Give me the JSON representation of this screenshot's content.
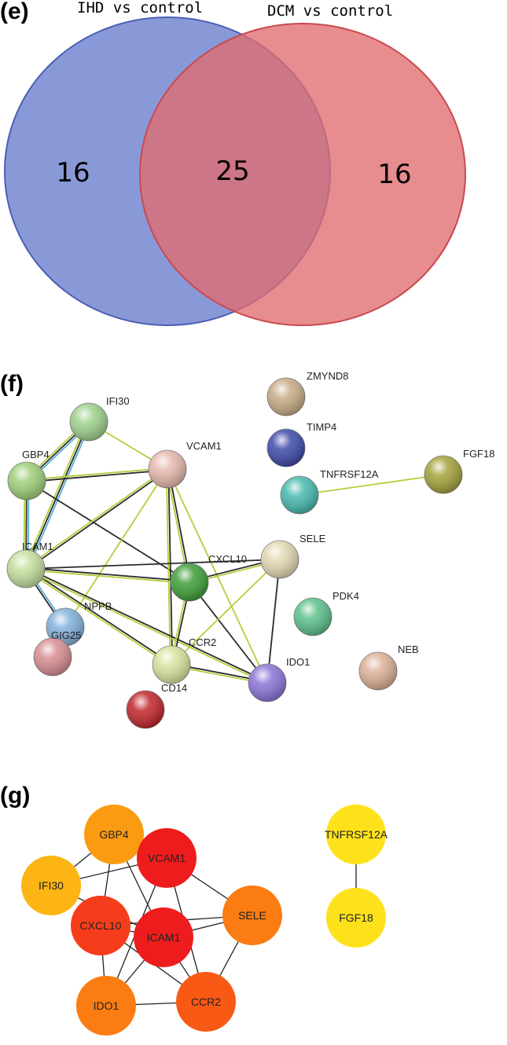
{
  "panel_e": {
    "label": "(e)",
    "venn": {
      "left_title": "IHD vs control",
      "right_title": "DCM vs control",
      "left_only": "16",
      "overlap": "25",
      "right_only": "16",
      "left_color": "#6f82cf",
      "right_color": "#e06c70"
    }
  },
  "panel_f": {
    "label": "(f)",
    "nodes": [
      {
        "id": "IFI30",
        "label": "IFI30",
        "color": "#9fd08c"
      },
      {
        "id": "GBP4",
        "label": "GBP4",
        "color": "#9fcf79"
      },
      {
        "id": "VCAM1",
        "label": "VCAM1",
        "color": "#e6b8ad"
      },
      {
        "id": "ICAM1",
        "label": "ICAM1",
        "color": "#c4df9e"
      },
      {
        "id": "NPPB",
        "label": "NPPB",
        "color": "#83b2dc"
      },
      {
        "id": "CXCL10",
        "label": "CXCL10",
        "color": "#3e9e3a"
      },
      {
        "id": "SELE",
        "label": "SELE",
        "color": "#e3d8b3"
      },
      {
        "id": "GIG25",
        "label": "GIG25",
        "color": "#d88d91"
      },
      {
        "id": "CCR2",
        "label": "CCR2",
        "color": "#d7e39d"
      },
      {
        "id": "CD14",
        "label": "CD14",
        "color": "#c0262c"
      },
      {
        "id": "IDO1",
        "label": "IDO1",
        "color": "#8c74d6"
      },
      {
        "id": "ZMYND8",
        "label": "ZMYND8",
        "color": "#c7ac86"
      },
      {
        "id": "TIMP4",
        "label": "TIMP4",
        "color": "#3e4aa8"
      },
      {
        "id": "TNFRSF12A",
        "label": "TNFRSF12A",
        "color": "#48b9ad"
      },
      {
        "id": "FGF18",
        "label": "FGF18",
        "color": "#a5a23b"
      },
      {
        "id": "PDK4",
        "label": "PDK4",
        "color": "#5dc18b"
      },
      {
        "id": "NEB",
        "label": "NEB",
        "color": "#dcb096"
      }
    ],
    "edges": [
      {
        "a": "IFI30",
        "b": "GBP4",
        "colors": [
          "#55b0d6",
          "#2b2b2b",
          "#b3cf3a"
        ]
      },
      {
        "a": "IFI30",
        "b": "ICAM1",
        "colors": [
          "#55b0d6",
          "#2b2b2b",
          "#b3cf3a"
        ]
      },
      {
        "a": "IFI30",
        "b": "VCAM1",
        "colors": [
          "#b3cf3a"
        ]
      },
      {
        "a": "GBP4",
        "b": "ICAM1",
        "colors": [
          "#55b0d6",
          "#2b2b2b",
          "#b3cf3a"
        ]
      },
      {
        "a": "GBP4",
        "b": "VCAM1",
        "colors": [
          "#b3cf3a",
          "#2b2b2b"
        ]
      },
      {
        "a": "GBP4",
        "b": "CXCL10",
        "colors": [
          "#2b2b2b"
        ]
      },
      {
        "a": "VCAM1",
        "b": "ICAM1",
        "colors": [
          "#2b2b2b",
          "#b3cf3a"
        ]
      },
      {
        "a": "VCAM1",
        "b": "CXCL10",
        "colors": [
          "#2b2b2b",
          "#b3cf3a"
        ]
      },
      {
        "a": "VCAM1",
        "b": "CCR2",
        "colors": [
          "#2b2b2b",
          "#b3cf3a"
        ]
      },
      {
        "a": "VCAM1",
        "b": "IDO1",
        "colors": [
          "#b3cf3a"
        ]
      },
      {
        "a": "VCAM1",
        "b": "NPPB",
        "colors": [
          "#b3cf3a"
        ]
      },
      {
        "a": "ICAM1",
        "b": "CXCL10",
        "colors": [
          "#2b2b2b",
          "#b3cf3a"
        ]
      },
      {
        "a": "ICAM1",
        "b": "SELE",
        "colors": [
          "#2b2b2b"
        ]
      },
      {
        "a": "ICAM1",
        "b": "CCR2",
        "colors": [
          "#2b2b2b",
          "#b3cf3a"
        ]
      },
      {
        "a": "ICAM1",
        "b": "IDO1",
        "colors": [
          "#2b2b2b",
          "#b3cf3a"
        ]
      },
      {
        "a": "ICAM1",
        "b": "NPPB",
        "colors": [
          "#55b0d6",
          "#2b2b2b"
        ]
      },
      {
        "a": "CXCL10",
        "b": "SELE",
        "colors": [
          "#2b2b2b",
          "#b3cf3a"
        ]
      },
      {
        "a": "CXCL10",
        "b": "CCR2",
        "colors": [
          "#2b2b2b",
          "#b3cf3a"
        ]
      },
      {
        "a": "CXCL10",
        "b": "IDO1",
        "colors": [
          "#2b2b2b"
        ]
      },
      {
        "a": "SELE",
        "b": "CCR2",
        "colors": [
          "#b3cf3a"
        ]
      },
      {
        "a": "SELE",
        "b": "IDO1",
        "colors": [
          "#2b2b2b"
        ]
      },
      {
        "a": "CCR2",
        "b": "IDO1",
        "colors": [
          "#2b2b2b",
          "#b3cf3a"
        ]
      },
      {
        "a": "TNFRSF12A",
        "b": "FGF18",
        "colors": [
          "#b3cf3a"
        ]
      }
    ]
  },
  "panel_g": {
    "label": "(g)",
    "nodes": [
      {
        "id": "GBP4",
        "label": "GBP4",
        "color": "#fb9b12"
      },
      {
        "id": "IFI30",
        "label": "IFI30",
        "color": "#fcb514"
      },
      {
        "id": "VCAM1",
        "label": "VCAM1",
        "color": "#ee1c1c"
      },
      {
        "id": "CXCL10",
        "label": "CXCL10",
        "color": "#f63d1b"
      },
      {
        "id": "ICAM1",
        "label": "ICAM1",
        "color": "#ee1c1c"
      },
      {
        "id": "SELE",
        "label": "SELE",
        "color": "#fb7c12"
      },
      {
        "id": "IDO1",
        "label": "IDO1",
        "color": "#fb7c12"
      },
      {
        "id": "CCR2",
        "label": "CCR2",
        "color": "#f85a16"
      },
      {
        "id": "TNFRSF12A",
        "label": "TNFRSF12A",
        "color": "#fde21b"
      },
      {
        "id": "FGF18",
        "label": "FGF18",
        "color": "#fde21b"
      }
    ],
    "edges": [
      [
        "GBP4",
        "IFI30"
      ],
      [
        "GBP4",
        "VCAM1"
      ],
      [
        "GBP4",
        "CXCL10"
      ],
      [
        "GBP4",
        "ICAM1"
      ],
      [
        "IFI30",
        "VCAM1"
      ],
      [
        "IFI30",
        "ICAM1"
      ],
      [
        "VCAM1",
        "SELE"
      ],
      [
        "VCAM1",
        "IDO1"
      ],
      [
        "VCAM1",
        "CCR2"
      ],
      [
        "CXCL10",
        "ICAM1"
      ],
      [
        "CXCL10",
        "IDO1"
      ],
      [
        "CXCL10",
        "CCR2"
      ],
      [
        "CXCL10",
        "SELE"
      ],
      [
        "ICAM1",
        "SELE"
      ],
      [
        "ICAM1",
        "IDO1"
      ],
      [
        "ICAM1",
        "CCR2"
      ],
      [
        "SELE",
        "CCR2"
      ],
      [
        "IDO1",
        "CCR2"
      ],
      [
        "TNFRSF12A",
        "FGF18"
      ]
    ]
  }
}
